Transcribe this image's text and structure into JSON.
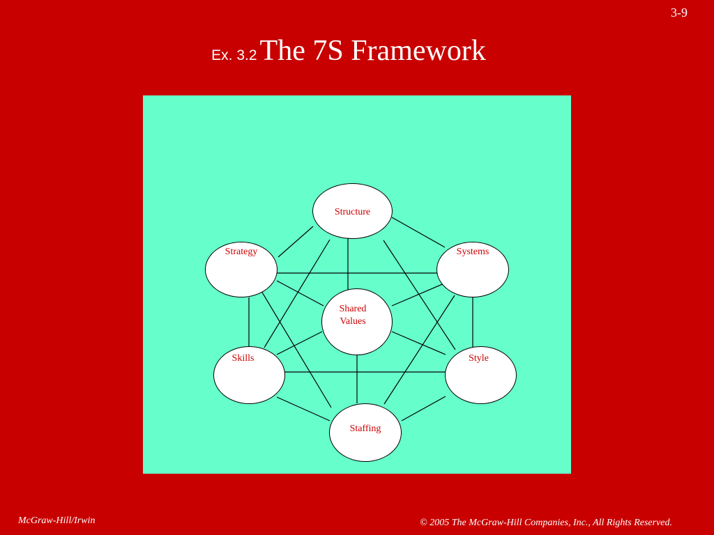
{
  "slide": {
    "page_number": "3-9",
    "title_prefix": "Ex. 3.2",
    "title_main": "The 7S Framework"
  },
  "diagram": {
    "nodes": {
      "structure": "Structure",
      "strategy": "Strategy",
      "systems": "Systems",
      "shared_values_line1": "Shared",
      "shared_values_line2": "Values",
      "skills": "Skills",
      "style": "Style",
      "staffing": "Staffing"
    }
  },
  "footer": {
    "left": "McGraw-Hill/Irwin",
    "right": "© 2005 The McGraw-Hill Companies, Inc., All Rights Reserved."
  },
  "colors": {
    "background": "#C80000",
    "panel": "#66FFCC",
    "node_fill": "#FFFFFF",
    "node_text": "#CC0000",
    "connector": "#000000"
  }
}
